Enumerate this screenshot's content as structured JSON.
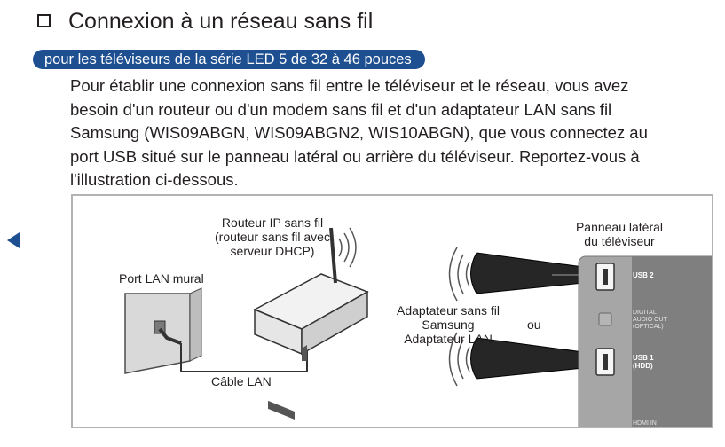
{
  "heading": {
    "title": "Connexion à un réseau sans fil",
    "badge": "pour les téléviseurs de la série LED 5 de 32 à 46 pouces"
  },
  "paragraph": [
    "Pour établir une connexion sans fil entre le téléviseur et le réseau, vous avez",
    "besoin d'un routeur ou d'un modem sans fil et d'un adaptateur LAN sans fil",
    "Samsung (WIS09ABGN, WIS09ABGN2, WIS10ABGN), que vous connectez au",
    "port USB situé sur le panneau latéral ou arrière du téléviseur. Reportez-vous à",
    "l'illustration ci-dessous."
  ],
  "diagram": {
    "router_label": [
      "Routeur IP sans fil",
      "(routeur sans fil avec",
      "serveur DHCP)"
    ],
    "wall_port_label": "Port LAN mural",
    "cable_label": "Câble LAN",
    "adapter_label": [
      "Adaptateur sans fil",
      "Samsung",
      "Adaptateur LAN"
    ],
    "or_label": "ou",
    "tv_panel_label": [
      "Panneau latéral",
      "du téléviseur"
    ],
    "usb2_label": "USB 2",
    "usb1_label": [
      "USB 1",
      "(HDD)"
    ],
    "digital_audio_label": [
      "DIGITAL",
      "AUDIO OUT",
      "(OPTICAL)"
    ],
    "hdmi_label": "HDMI IN"
  },
  "colors": {
    "accent": "#1d4f91",
    "frame": "#b3b3b3"
  }
}
